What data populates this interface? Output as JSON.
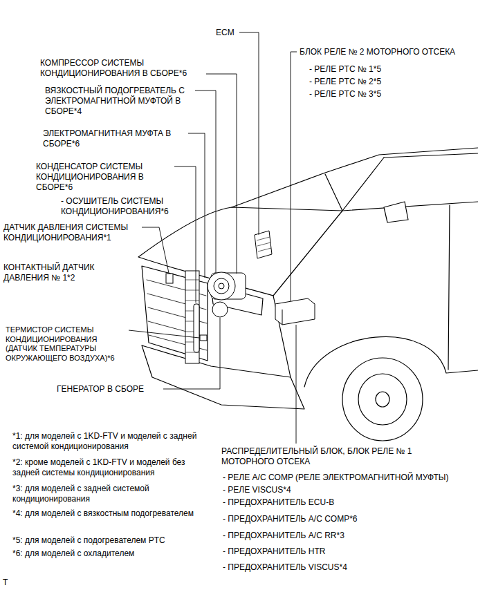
{
  "diagram": {
    "labels": [
      "ECM",
      "БЛОК РЕЛЕ № 2 МОТОРНОГО ОТСЕКА",
      "- РЕЛЕ PTC № 1*5",
      "- РЕЛЕ PTC № 2*5",
      "- РЕЛЕ PTC № 3*5",
      "КОМПРЕССОР СИСТЕМЫ КОНДИЦИОНИРОВАНИЯ В СБОРЕ*6",
      "ВЯЗКОСТНЫЙ ПОДОГРЕВАТЕЛЬ С ЭЛЕКТРОМАГНИТНОЙ МУФТОЙ В СБОРЕ*4",
      "ЭЛЕКТРОМАГНИТНАЯ МУФТА В СБОРЕ*6",
      "КОНДЕНСАТОР СИСТЕМЫ КОНДИЦИОНИРОВАНИЯ В СБОРЕ*6",
      "- ОСУШИТЕЛЬ СИСТЕМЫ КОНДИЦИОНИРОВАНИЯ*6",
      "ДАТЧИК ДАВЛЕНИЯ СИСТЕМЫ КОНДИЦИОНИРОВАНИЯ*1",
      "КОНТАКТНЫЙ ДАТЧИК ДАВЛЕНИЯ № 1*2",
      "ТЕРМИСТОР СИСТЕМЫ КОНДИЦИОНИРОВАНИЯ (ДАТЧИК ТЕМПЕРАТУРЫ ОКРУЖАЮЩЕГО ВОЗДУХА)*6",
      "ГЕНЕРАТОР В СБОРЕ",
      "РАСПРЕДЕЛИТЕЛЬНЫЙ БЛОК, БЛОК РЕЛЕ № 1 МОТОРНОГО ОТСЕКА",
      "- РЕЛЕ A/C COMP (РЕЛЕ ЭЛЕКТРОМАГНИТНОЙ МУФТЫ)",
      "- РЕЛЕ VISCUS*4",
      "- ПРЕДОХРАНИТЕЛЬ ECU-B",
      "- ПРЕДОХРАНИТЕЛЬ A/C COMP*6",
      "- ПРЕДОХРАНИТЕЛЬ A/C RR*3",
      "- ПРЕДОХРАНИТЕЛЬ HTR",
      "- ПРЕДОХРАНИТЕЛЬ VISCUS*4",
      "*1: для моделей с 1KD-FTV и моделей с задней системой кондиционирования",
      "*2: кроме моделей с 1KD-FTV и моделей без задней системы кондиционирования",
      "*3: для моделей с задней системой кондиционирования",
      "*4: для моделей с вязкостным подогревателем",
      "*5: для моделей с подогревателем PTC",
      "*6: для моделей с охладителем",
      "T"
    ]
  }
}
